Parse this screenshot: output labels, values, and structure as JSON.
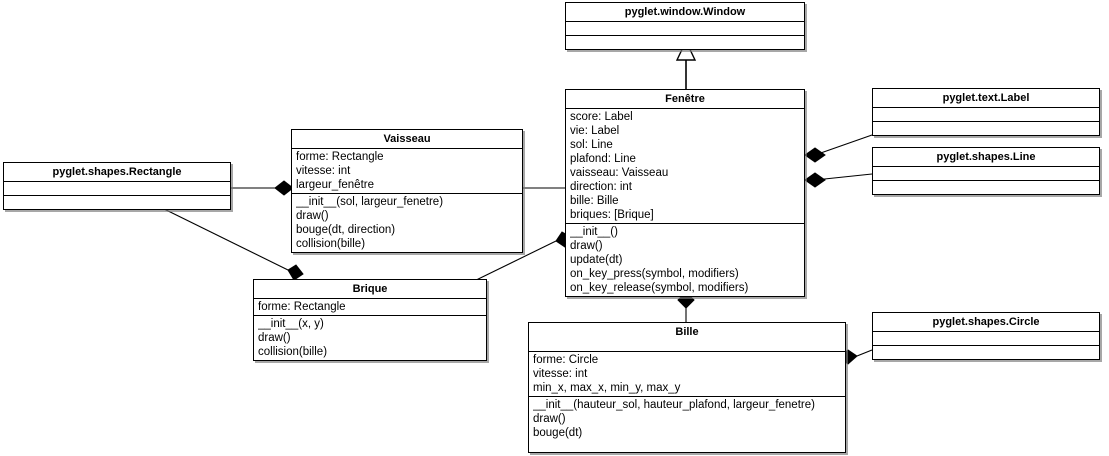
{
  "diagram": {
    "type": "uml-class-diagram",
    "title": "",
    "background_color": "#ffffff",
    "line_color": "#000000"
  },
  "classes": {
    "window": {
      "name": "pyglet.window.Window",
      "attributes": [],
      "methods": []
    },
    "fenetre": {
      "name": "Fenêtre",
      "attributes": [
        "score: Label",
        "vie: Label",
        "sol: Line",
        "plafond: Line",
        "vaisseau: Vaisseau",
        "direction: int",
        "bille: Bille",
        "briques: [Brique]"
      ],
      "methods": [
        "__init__()",
        "draw()",
        "update(dt)",
        "on_key_press(symbol, modifiers)",
        "on_key_release(symbol, modifiers)"
      ]
    },
    "vaisseau": {
      "name": "Vaisseau",
      "attributes": [
        "forme: Rectangle",
        "vitesse: int",
        "largeur_fenêtre"
      ],
      "methods": [
        "__init__(sol, largeur_fenetre)",
        "draw()",
        "bouge(dt, direction)",
        "collision(bille)"
      ]
    },
    "brique": {
      "name": "Brique",
      "attributes": [
        "forme: Rectangle"
      ],
      "methods": [
        "__init__(x, y)",
        "draw()",
        "collision(bille)"
      ]
    },
    "bille": {
      "name": "Bille",
      "attributes": [
        "forme: Circle",
        "vitesse: int",
        "min_x, max_x, min_y, max_y"
      ],
      "methods": [
        "__init__(hauteur_sol, hauteur_plafond, largeur_fenetre)",
        "draw()",
        "bouge(dt)"
      ]
    },
    "rectangle": {
      "name": "pyglet.shapes.Rectangle",
      "attributes": [],
      "methods": []
    },
    "label": {
      "name": "pyglet.text.Label",
      "attributes": [],
      "methods": []
    },
    "line": {
      "name": "pyglet.shapes.Line",
      "attributes": [],
      "methods": []
    },
    "circle": {
      "name": "pyglet.shapes.Circle",
      "attributes": [],
      "methods": []
    }
  },
  "relations": [
    {
      "kind": "generalization",
      "from": "fenetre",
      "to": "window"
    },
    {
      "kind": "composition",
      "whole": "fenetre",
      "part": "label"
    },
    {
      "kind": "composition",
      "whole": "fenetre",
      "part": "line"
    },
    {
      "kind": "composition",
      "whole": "fenetre",
      "part": "vaisseau"
    },
    {
      "kind": "composition",
      "whole": "fenetre",
      "part": "brique"
    },
    {
      "kind": "composition",
      "whole": "fenetre",
      "part": "bille"
    },
    {
      "kind": "composition",
      "whole": "vaisseau",
      "part": "rectangle"
    },
    {
      "kind": "composition",
      "whole": "brique",
      "part": "rectangle"
    },
    {
      "kind": "composition",
      "whole": "bille",
      "part": "circle"
    }
  ]
}
